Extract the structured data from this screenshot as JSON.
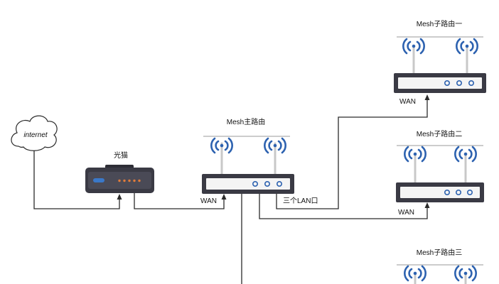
{
  "nodes": {
    "internet": {
      "label": "internet"
    },
    "modem": {
      "label": "光猫"
    },
    "main_router": {
      "label": "Mesh主路由",
      "wan_label": "WAN",
      "lan_label": "三个LAN口"
    },
    "mesh1": {
      "label": "Mesh子路由一",
      "wan_label": "WAN"
    },
    "mesh2": {
      "label": "Mesh子路由二",
      "wan_label": "WAN"
    },
    "mesh3": {
      "label": "Mesh子路由三"
    }
  },
  "colors": {
    "signal_blue": "#2d62b0",
    "device_body": "#3a3a44",
    "modem_led_orange": "#e07b3a",
    "modem_indicator_blue": "#3a78c8",
    "wire": "#2b2b2b"
  },
  "icons": {
    "cloud": "cloud-icon",
    "modem": "modem-icon",
    "router": "router-icon",
    "wifi": "wifi-waves-icon"
  }
}
